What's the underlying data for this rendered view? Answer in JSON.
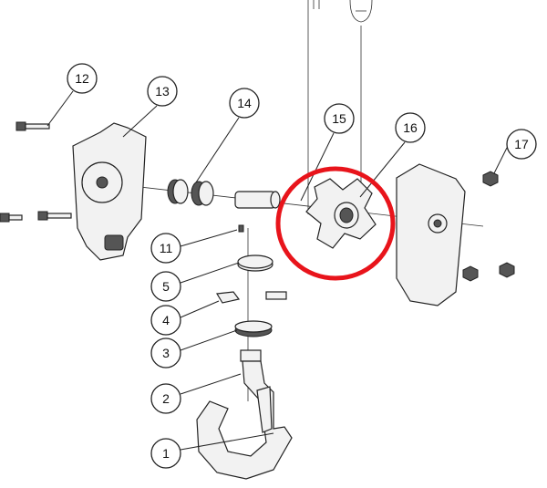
{
  "diagram": {
    "type": "exploded-parts-diagram",
    "callouts": [
      "1",
      "2",
      "3",
      "4",
      "5",
      "11",
      "12",
      "13",
      "14",
      "15",
      "16",
      "17"
    ],
    "highlight": {
      "part": "16",
      "color": "#e8141b"
    }
  }
}
